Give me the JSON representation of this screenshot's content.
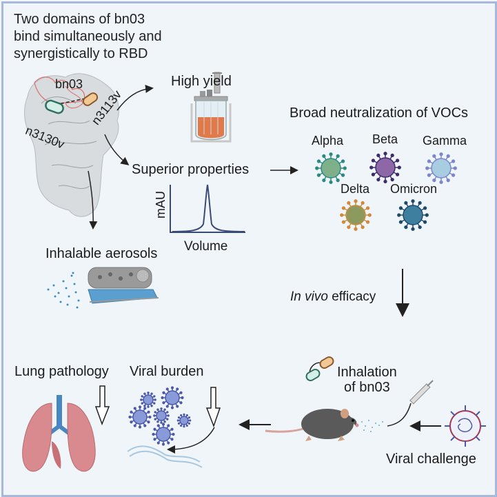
{
  "title_lines": [
    "Two domains of bn03",
    "bind simultaneously and",
    "synergistically to RBD"
  ],
  "structure": {
    "label": "bn03",
    "domain_left": "n3130v",
    "domain_right": "n3113v"
  },
  "high_yield": "High yield",
  "superior_properties": "Superior properties",
  "chromatogram": {
    "ylabel": "mAU",
    "xlabel": "Volume"
  },
  "inhalable_aerosols": "Inhalable aerosols",
  "neutralization": {
    "title": "Broad neutralization of VOCs",
    "variants": [
      {
        "name": "Alpha",
        "color": "#7fb08a"
      },
      {
        "name": "Beta",
        "color": "#8e68a6"
      },
      {
        "name": "Gamma",
        "color": "#a9cde0"
      },
      {
        "name": "Delta",
        "color": "#8d9a5e"
      },
      {
        "name": "Omicron",
        "color": "#3e7fa0"
      }
    ]
  },
  "in_vivo": {
    "italic": "In vivo",
    "rest": " efficacy"
  },
  "inhalation": [
    "Inhalation",
    "of bn03"
  ],
  "viral_challenge": "Viral challenge",
  "lung_pathology": "Lung pathology",
  "viral_burden": "Viral burden",
  "colors": {
    "border": "#a7b8d8",
    "background": "#f0f5fa",
    "arrow": "#222222",
    "virus": "#4a5aa8",
    "lung": "#d98a8f"
  }
}
